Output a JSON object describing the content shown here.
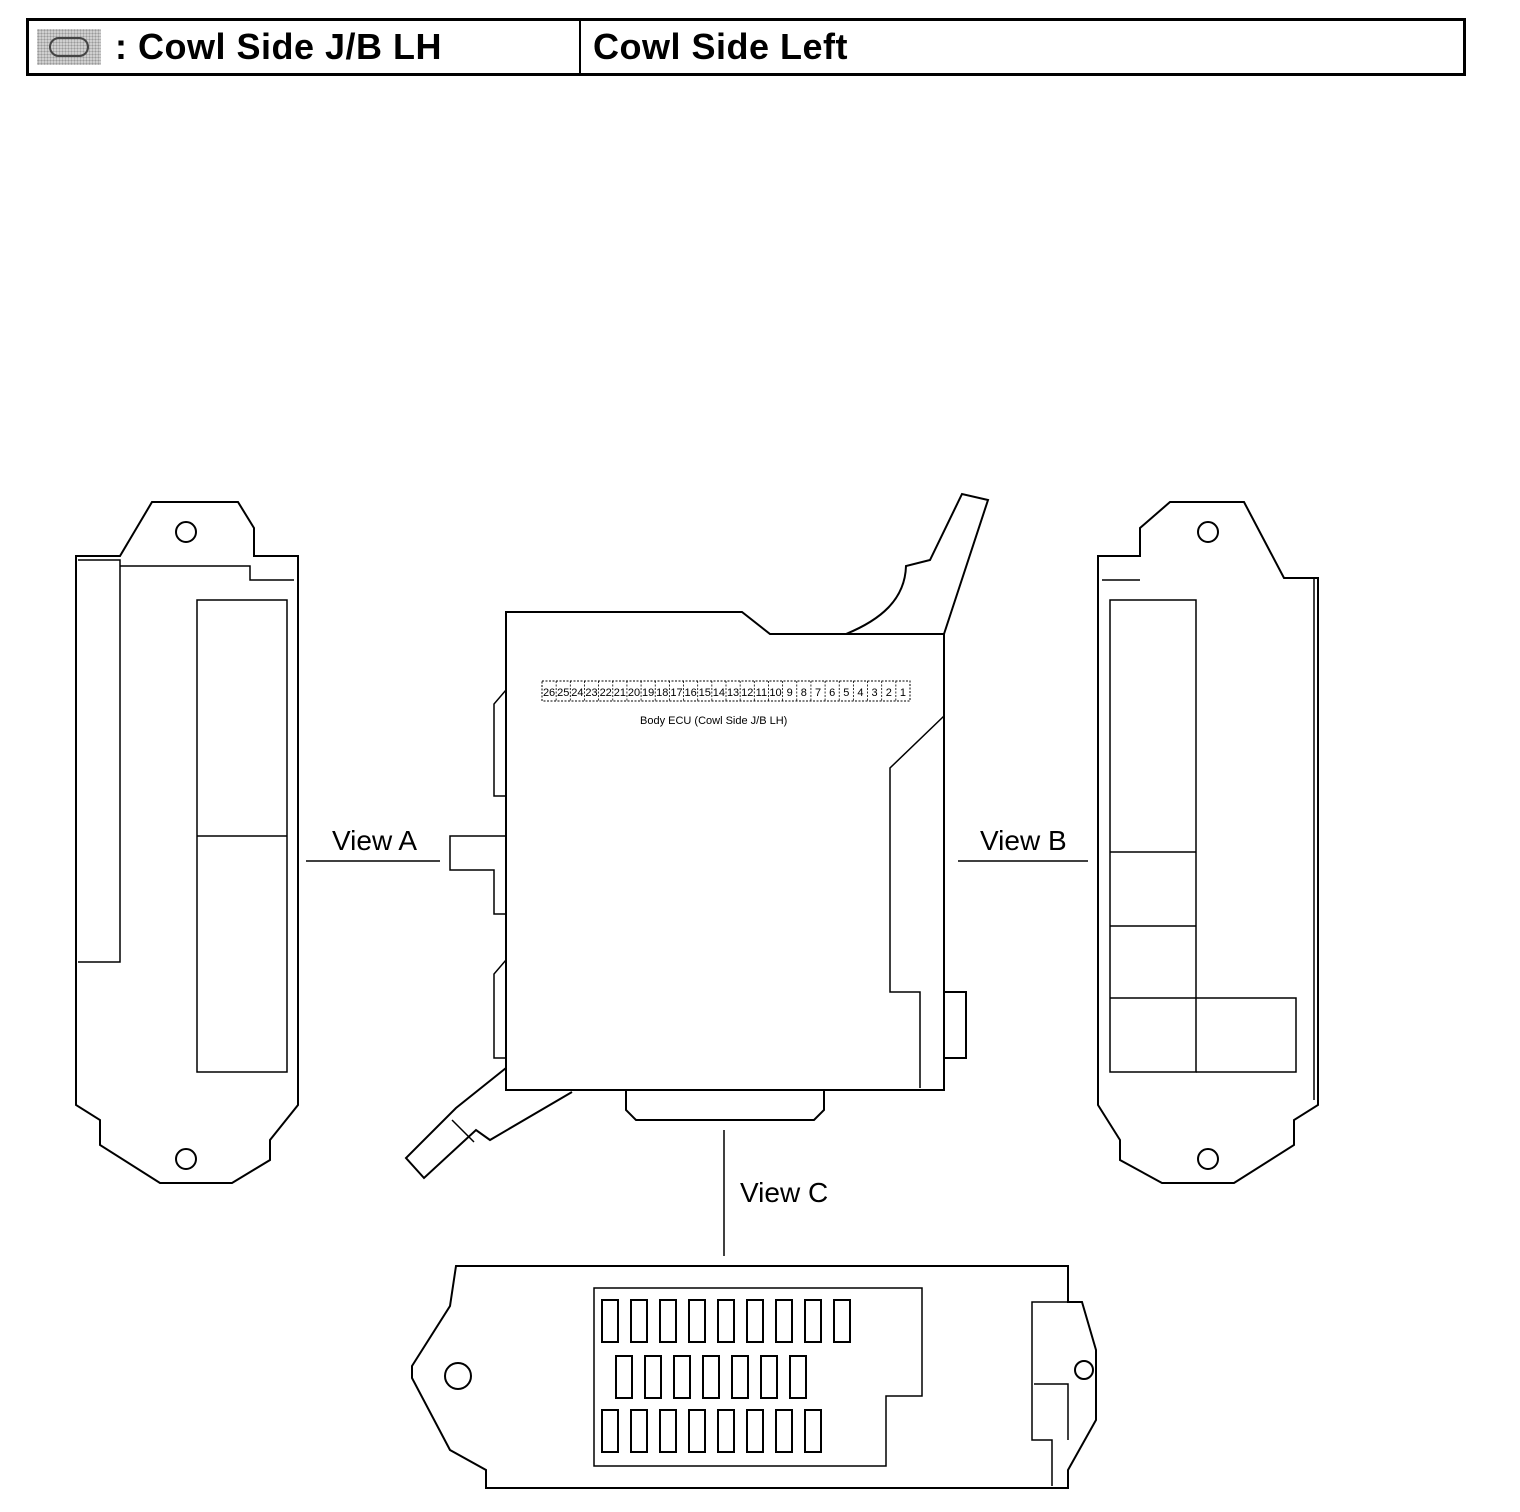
{
  "header": {
    "legend_icon": "connector-outline-icon",
    "left_label": ": Cowl Side J/B LH",
    "right_label": "Cowl Side Left"
  },
  "diagram": {
    "views": {
      "a": "View A",
      "b": "View B",
      "c": "View C"
    },
    "ecu_label": "Body ECU (Cowl Side J/B LH)",
    "pins": [
      "26",
      "25",
      "24",
      "23",
      "22",
      "21",
      "20",
      "19",
      "18",
      "17",
      "16",
      "15",
      "14",
      "13",
      "12",
      "11",
      "10",
      "9",
      "8",
      "7",
      "6",
      "5",
      "4",
      "3",
      "2",
      "1"
    ]
  }
}
